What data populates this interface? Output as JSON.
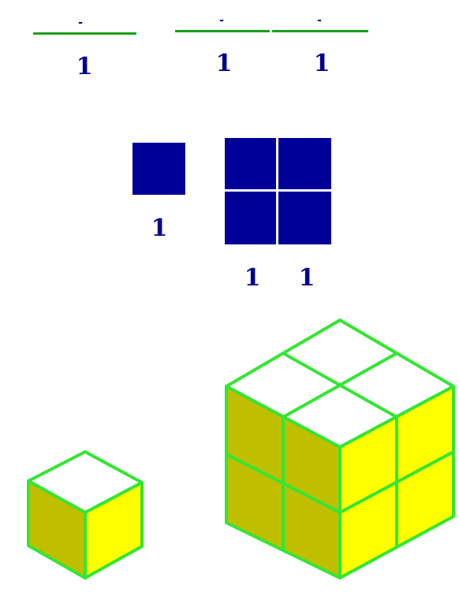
{
  "section_1d": {
    "small": {
      "tick": "-",
      "label": "1"
    },
    "large": [
      {
        "tick": "-",
        "label": "1"
      },
      {
        "tick": "-",
        "label": "1"
      }
    ]
  },
  "section_2d": {
    "small": {
      "label": "1"
    },
    "large": {
      "labels": [
        "1",
        "1"
      ]
    }
  },
  "section_3d": {
    "small_cube": {
      "grid": 1
    },
    "large_cube": {
      "grid": 2
    }
  },
  "colors": {
    "segment": "#18a018",
    "square": "#000099",
    "label": "#000090",
    "cube_edge": "#33e633",
    "cube_top": "#ffffff",
    "cube_left": "#bfbf00",
    "cube_right": "#ffff00"
  }
}
